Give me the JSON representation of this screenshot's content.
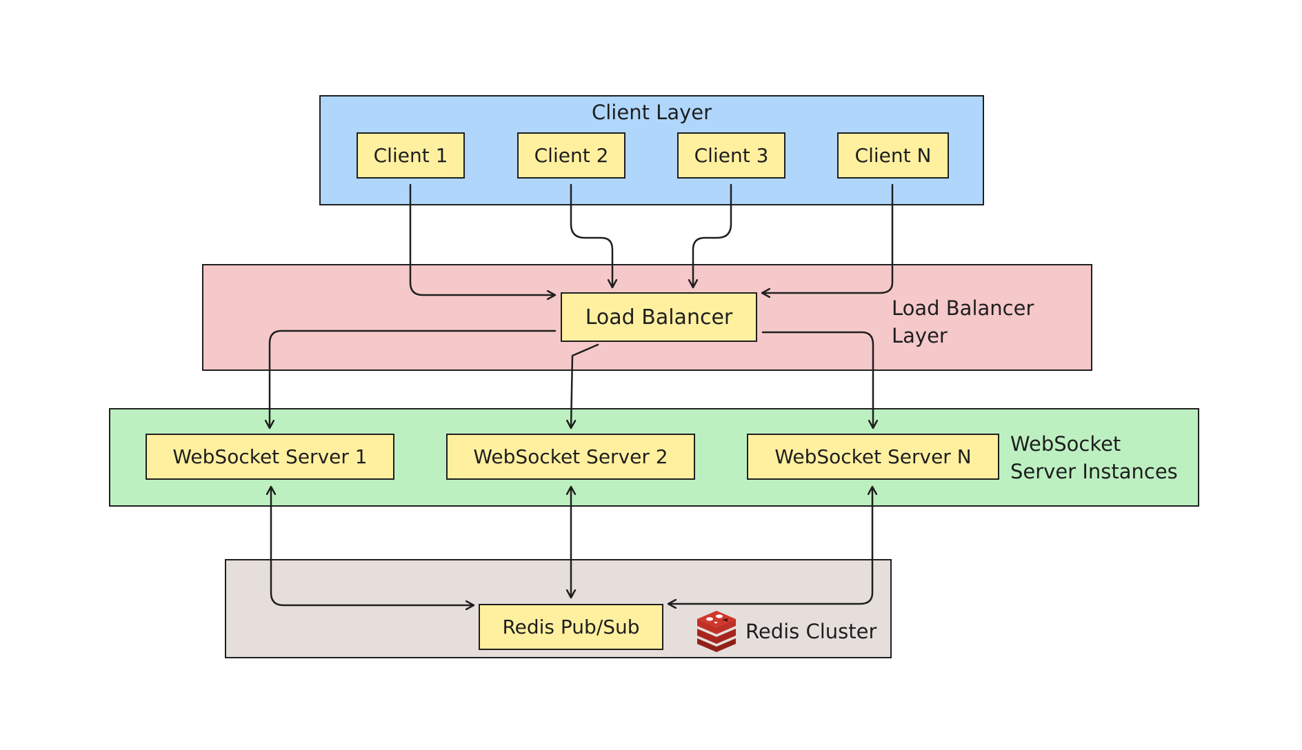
{
  "colors": {
    "client_layer": "#b0d6fb",
    "lb_layer": "#f5c8ca",
    "ws_layer": "#bdf0c1",
    "redis_layer": "#e6dedb",
    "node_fill": "#fff0a0",
    "stroke": "#1e1e1e",
    "redis_logo": "#a6261e"
  },
  "layers": {
    "client": {
      "label": "Client Layer"
    },
    "load_balancer": {
      "label_line1": "Load Balancer",
      "label_line2": "Layer"
    },
    "websocket": {
      "label_line1": "WebSocket",
      "label_line2": "Server Instances"
    },
    "redis": {
      "label": "Redis Cluster",
      "icon": "redis-logo-icon"
    }
  },
  "nodes": {
    "client_1": "Client 1",
    "client_2": "Client 2",
    "client_3": "Client 3",
    "client_n": "Client N",
    "load_balancer": "Load Balancer",
    "ws_server_1": "WebSocket Server 1",
    "ws_server_2": "WebSocket Server 2",
    "ws_server_n": "WebSocket Server N",
    "redis_pubsub": "Redis Pub/Sub"
  },
  "edges": [
    {
      "from": "client_1",
      "to": "load_balancer",
      "bidirectional": false
    },
    {
      "from": "client_2",
      "to": "load_balancer",
      "bidirectional": false
    },
    {
      "from": "client_3",
      "to": "load_balancer",
      "bidirectional": false
    },
    {
      "from": "client_n",
      "to": "load_balancer",
      "bidirectional": false
    },
    {
      "from": "load_balancer",
      "to": "ws_server_1",
      "bidirectional": false
    },
    {
      "from": "load_balancer",
      "to": "ws_server_2",
      "bidirectional": false
    },
    {
      "from": "load_balancer",
      "to": "ws_server_n",
      "bidirectional": false
    },
    {
      "from": "ws_server_1",
      "to": "redis_pubsub",
      "bidirectional": true
    },
    {
      "from": "ws_server_2",
      "to": "redis_pubsub",
      "bidirectional": true
    },
    {
      "from": "ws_server_n",
      "to": "redis_pubsub",
      "bidirectional": true
    }
  ]
}
